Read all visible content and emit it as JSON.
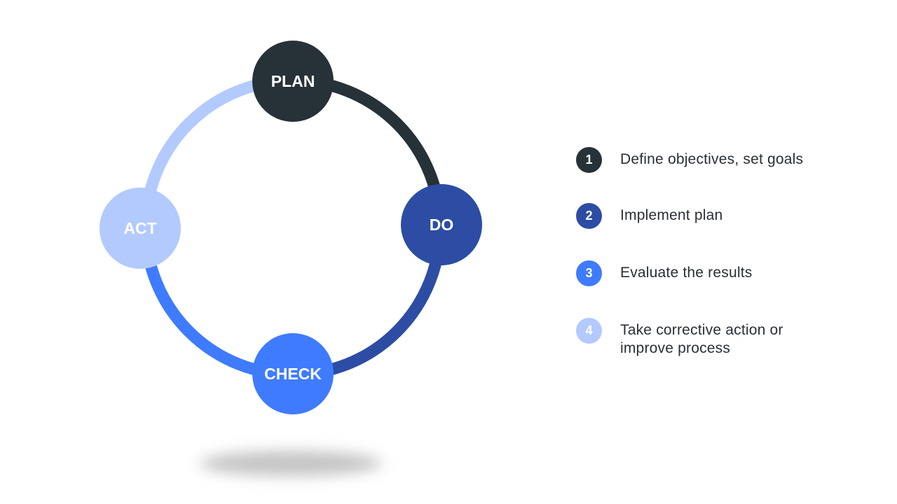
{
  "diagram": {
    "nodes": [
      {
        "id": "plan",
        "label": "PLAN",
        "color": "#263238"
      },
      {
        "id": "do",
        "label": "DO",
        "color": "#2c4da3"
      },
      {
        "id": "check",
        "label": "CHECK",
        "color": "#3f7bff"
      },
      {
        "id": "act",
        "label": "ACT",
        "color": "#b3caff"
      }
    ],
    "arcs": [
      {
        "from": "plan",
        "to": "do",
        "color": "#263238"
      },
      {
        "from": "do",
        "to": "check",
        "color": "#2c4da3"
      },
      {
        "from": "check",
        "to": "act",
        "color": "#3f7bff"
      },
      {
        "from": "act",
        "to": "plan",
        "color": "#b3caff"
      }
    ]
  },
  "legend": {
    "items": [
      {
        "number": "1",
        "text": "Define objectives, set goals",
        "color": "#263238"
      },
      {
        "number": "2",
        "text": "Implement plan",
        "color": "#2c4da3"
      },
      {
        "number": "3",
        "text": "Evaluate the results",
        "color": "#3f7bff"
      },
      {
        "number": "4",
        "text": "Take corrective action or improve process",
        "color": "#b3caff"
      }
    ]
  }
}
